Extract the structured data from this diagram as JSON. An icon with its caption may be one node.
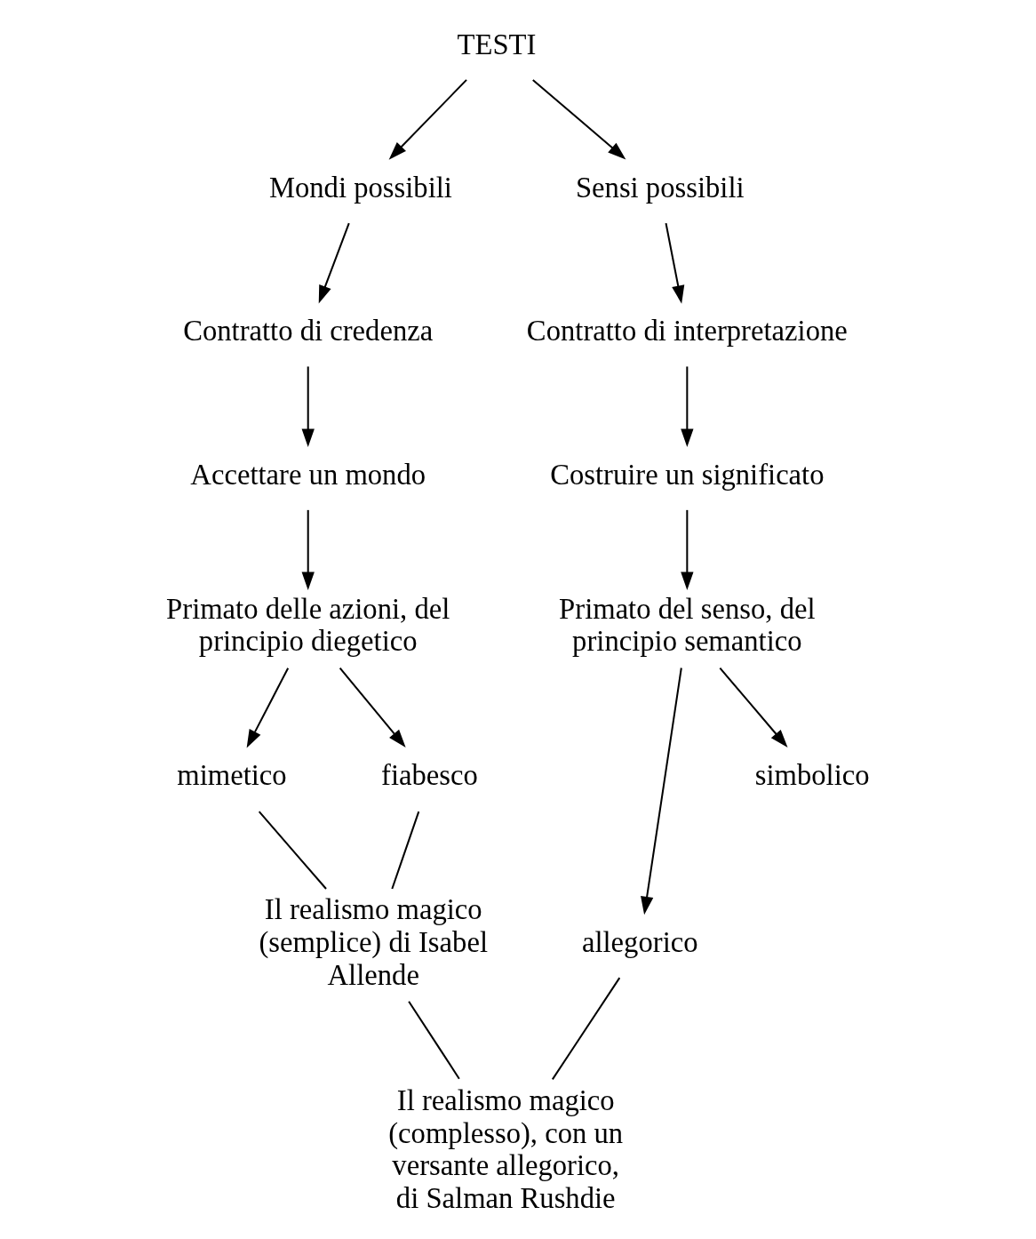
{
  "diagram": {
    "nodes": [
      {
        "text": [
          "TESTI"
        ]
      },
      {
        "text": [
          "Mondi possibili"
        ]
      },
      {
        "text": [
          "Sensi possibili"
        ]
      },
      {
        "text": [
          "Contratto di credenza"
        ]
      },
      {
        "text": [
          "Contratto di interpretazione"
        ]
      },
      {
        "text": [
          "Accettare un mondo"
        ]
      },
      {
        "text": [
          "Costruire un significato"
        ]
      },
      {
        "text": [
          "Primato delle azioni, del principio diegetico"
        ]
      },
      {
        "text": [
          "Primato del senso, del principio semantico"
        ]
      },
      {
        "text": [
          "mimetico"
        ]
      },
      {
        "text": [
          "fiabesco"
        ]
      },
      {
        "text": [
          "allegorico"
        ]
      },
      {
        "text": [
          "simbolico"
        ]
      },
      {
        "text": [
          "Il realismo magico (semplice) di Isabel Allende"
        ]
      },
      {
        "text": [
          "Il realismo magico (complesso), con un versante allegorico, di Salman Rushdie"
        ]
      }
    ],
    "edges": [
      {
        "from": 0,
        "to": 1,
        "arrow": "to"
      },
      {
        "from": 0,
        "to": 2,
        "arrow": "to"
      },
      {
        "from": 1,
        "to": 3,
        "arrow": "to"
      },
      {
        "from": 2,
        "to": 4,
        "arrow": "to"
      },
      {
        "from": 3,
        "to": 5,
        "arrow": "to"
      },
      {
        "from": 4,
        "to": 6,
        "arrow": "to"
      },
      {
        "from": 5,
        "to": 7,
        "arrow": "to"
      },
      {
        "from": 6,
        "to": 8,
        "arrow": "to"
      },
      {
        "from": 7,
        "to": 9,
        "arrow": "to"
      },
      {
        "from": 7,
        "to": 10,
        "arrow": "to"
      },
      {
        "from": 8,
        "to": 11,
        "arrow": "to"
      },
      {
        "from": 8,
        "to": 12,
        "arrow": "to"
      },
      {
        "from": 9,
        "to": 13,
        "arrow": "none"
      },
      {
        "from": 10,
        "to": 13,
        "arrow": "none"
      },
      {
        "from": 13,
        "to": 14,
        "arrow": "none"
      },
      {
        "from": 11,
        "to": 14,
        "arrow": "none"
      }
    ]
  }
}
